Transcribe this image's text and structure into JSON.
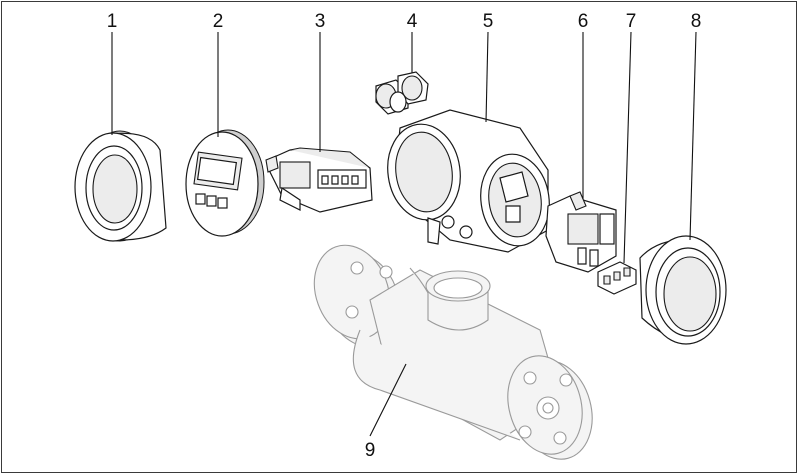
{
  "callouts": [
    {
      "id": 1,
      "label": "1"
    },
    {
      "id": 2,
      "label": "2"
    },
    {
      "id": 3,
      "label": "3"
    },
    {
      "id": 4,
      "label": "4"
    },
    {
      "id": 5,
      "label": "5"
    },
    {
      "id": 6,
      "label": "6"
    },
    {
      "id": 7,
      "label": "7"
    },
    {
      "id": 8,
      "label": "8"
    },
    {
      "id": 9,
      "label": "9"
    }
  ]
}
